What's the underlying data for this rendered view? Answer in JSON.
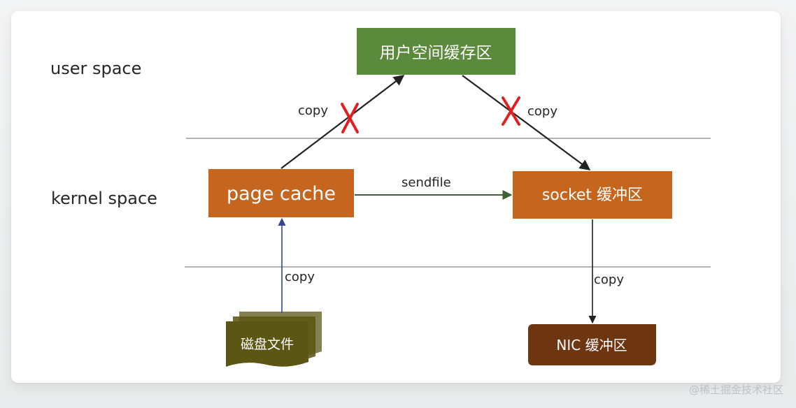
{
  "diagram": {
    "regions": {
      "user_space": "user space",
      "kernel_space": "kernel space"
    },
    "nodes": {
      "user_buffer": {
        "label": "用户空间缓存区",
        "color": "#5a8a3c"
      },
      "page_cache": {
        "label": "page cache",
        "color": "#c6661e"
      },
      "socket_buffer": {
        "label": "socket 缓冲区",
        "color": "#c6661e"
      },
      "disk_file": {
        "label": "磁盘文件",
        "color": "#5c5614"
      },
      "nic_buffer": {
        "label": "NIC 缓冲区",
        "color": "#6e3511"
      }
    },
    "edges": {
      "page_to_user": {
        "label": "copy",
        "crossed": true
      },
      "user_to_socket": {
        "label": "copy",
        "crossed": true
      },
      "sendfile": {
        "label": "sendfile"
      },
      "disk_to_page": {
        "label": "copy"
      },
      "socket_to_nic": {
        "label": "copy"
      }
    },
    "colors": {
      "cross_mark": "#e02020",
      "sendfile_arrow": "#3c5f34",
      "disk_arrow": "#34478f",
      "dark_arrow": "#222222",
      "divider": "#9a9a9a"
    }
  },
  "watermark": "@稀土掘金技术社区"
}
